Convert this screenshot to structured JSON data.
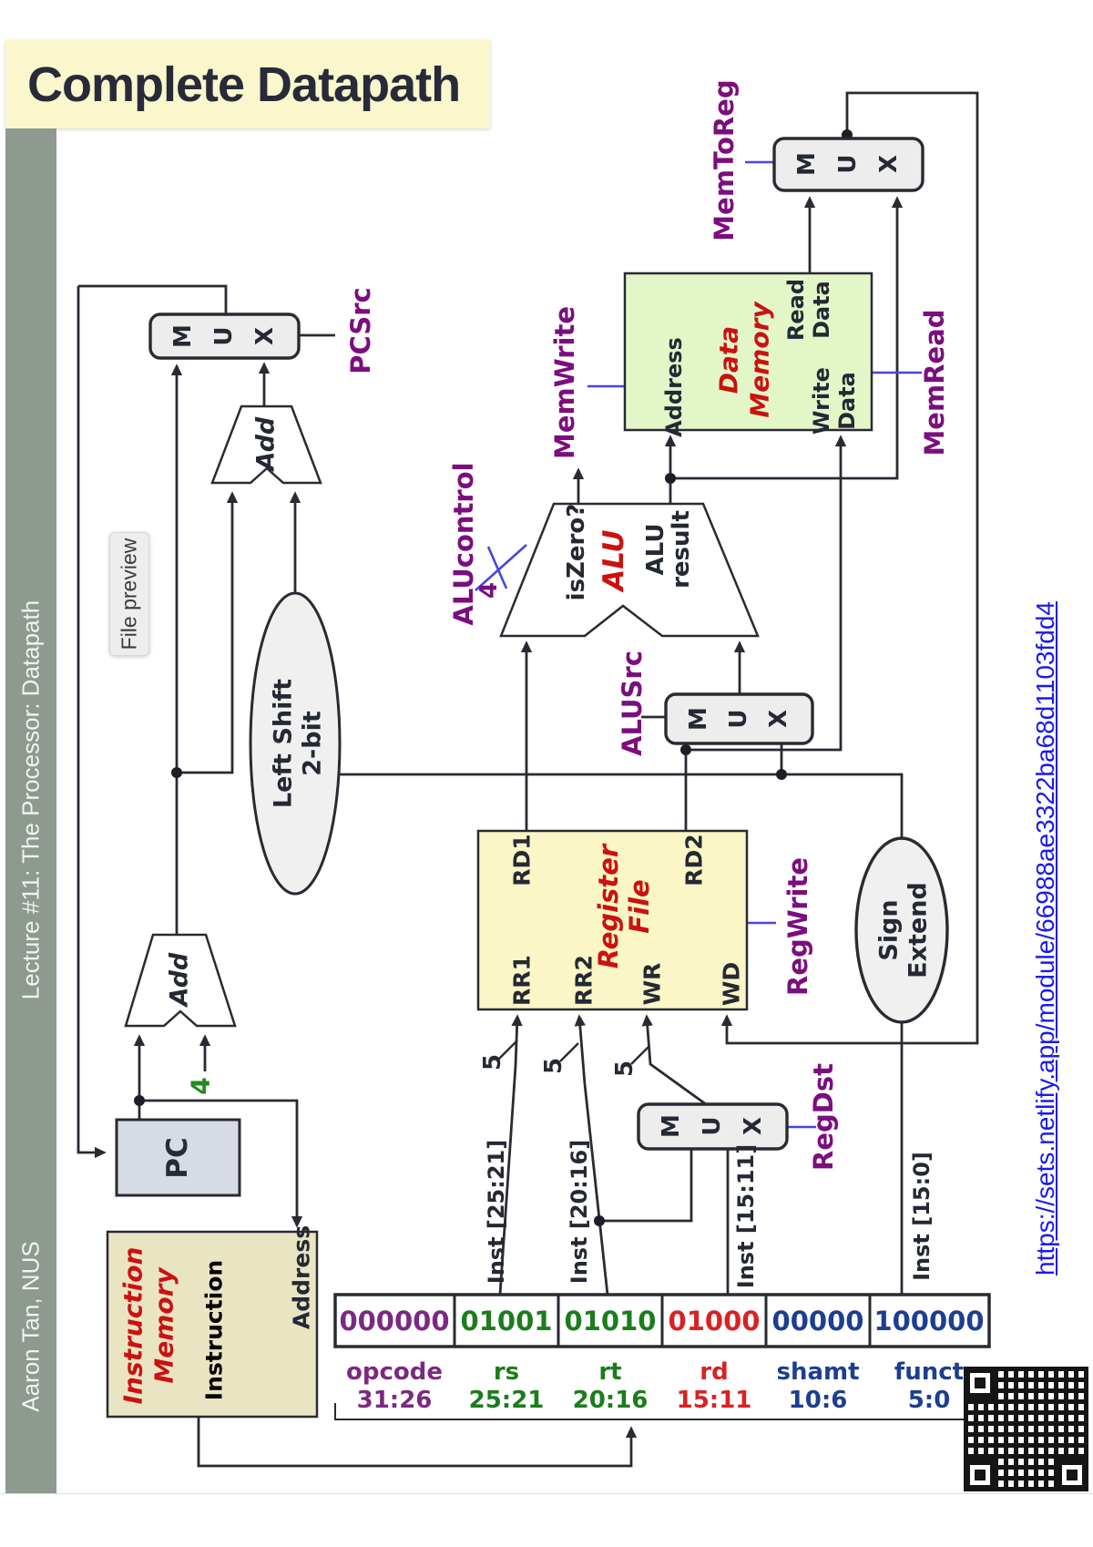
{
  "slide": {
    "title": "Complete Datapath"
  },
  "preview": {
    "label": "File preview"
  },
  "footer": {
    "author": "Aaron Tan, NUS",
    "lecture": "Lecture #11: The Processor: Datapath"
  },
  "link": {
    "url": "https://sets.netlify.app/module/66988ae3322ba68d1103fdd4"
  },
  "mux": {
    "m": "M",
    "u": "U",
    "x": "X"
  },
  "controls": {
    "pcsrc": "PCSrc",
    "memtoreg": "MemToReg",
    "memwrite": "MemWrite",
    "memread": "MemRead",
    "alucontrol": "ALUcontrol",
    "alucontrol_width": "4",
    "alusrc": "ALUSrc",
    "regwrite": "RegWrite",
    "regdst": "RegDst"
  },
  "pc": {
    "label": "PC"
  },
  "adders": {
    "label": "Add",
    "increment": "4"
  },
  "shift": {
    "line1": "Left Shift",
    "line2": "2-bit"
  },
  "signext": {
    "line1": "Sign",
    "line2": "Extend"
  },
  "imem": {
    "name1": "Instruction",
    "name2": "Memory",
    "port_out": "Instruction",
    "port_addr": "Address"
  },
  "regfile": {
    "name1": "Register",
    "name2": "File",
    "rd1": "RD1",
    "rd2": "RD2",
    "rr1": "RR1",
    "rr2": "RR2",
    "wr": "WR",
    "wd": "WD",
    "bus_width": "5"
  },
  "alu": {
    "name": "ALU",
    "iszero": "isZero?",
    "result1": "ALU",
    "result2": "result"
  },
  "dmem": {
    "name1": "Data",
    "name2": "Memory",
    "addr": "Address",
    "read1": "Read",
    "read2": "Data",
    "write1": "Write",
    "write2": "Data"
  },
  "inst_fields": {
    "f25_21": "Inst [25:21]",
    "f20_16": "Inst [20:16]",
    "f15_11": "Inst [15:11]",
    "f15_0": "Inst [15:0]"
  },
  "encoding": {
    "fields": [
      {
        "bits": "000000",
        "name": "opcode",
        "range": "31:26",
        "color": "#7B2982"
      },
      {
        "bits": "01001",
        "name": "rs",
        "range": "25:21",
        "color": "#1B7D1B"
      },
      {
        "bits": "01010",
        "name": "rt",
        "range": "20:16",
        "color": "#1B7D1B"
      },
      {
        "bits": "01000",
        "name": "rd",
        "range": "15:11",
        "color": "#D92222"
      },
      {
        "bits": "00000",
        "name": "shamt",
        "range": "10:6",
        "color": "#1C3F8F"
      },
      {
        "bits": "100000",
        "name": "funct",
        "range": "5:0",
        "color": "#1C3F8F"
      }
    ]
  }
}
